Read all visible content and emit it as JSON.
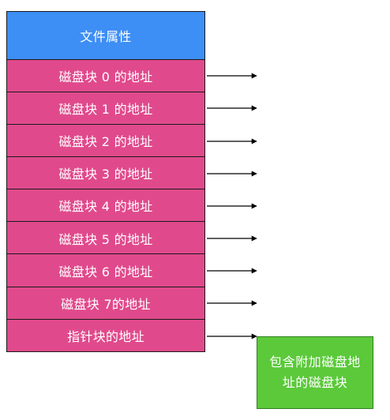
{
  "header": {
    "label": "文件属性"
  },
  "rows": [
    {
      "label": "磁盘块 0 的地址"
    },
    {
      "label": "磁盘块 1 的地址"
    },
    {
      "label": "磁盘块 2 的地址"
    },
    {
      "label": "磁盘块 3 的地址"
    },
    {
      "label": "磁盘块 4 的地址"
    },
    {
      "label": "磁盘块 5 的地址"
    },
    {
      "label": "磁盘块 6 的地址"
    },
    {
      "label": "磁盘块 7的地址"
    },
    {
      "label": "指针块的地址"
    }
  ],
  "extra_block": {
    "label": "包含附加磁盘地址的磁盘块"
  },
  "colors": {
    "header": "#3d8ef5",
    "row": "#e04a8c",
    "extra_block": "#5bc93a",
    "arrow": "#000000"
  }
}
